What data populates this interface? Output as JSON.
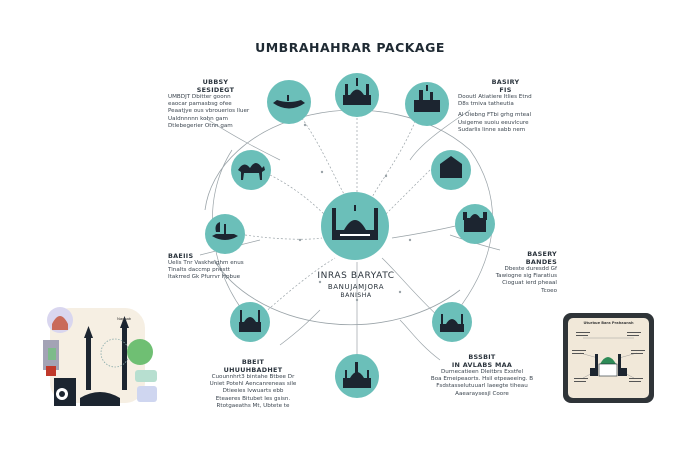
{
  "title": "UMBRAHAHRAR PACKAGE",
  "center": {
    "line1": "INRAS BARYATC",
    "line2": "BANUJAMJORA",
    "line3": "BANISHA"
  },
  "blocks": {
    "top_left": {
      "head": [
        "UBBSY",
        "SESIDEGT"
      ],
      "lines": [
        "UMBDJT Dbitter goonn",
        "eaocar pamasbsg ofee",
        "Peaatjye ous vbrouerios lluer",
        "Ualdnnnnn kohn gam",
        "Dtlebegerier Otnn gam"
      ]
    },
    "top_right": {
      "head": [
        "BASIRY",
        "FIS"
      ],
      "lines": [
        "Dooutl Atiatiere Itlies Etnd",
        "D8s tmiva tatheutia",
        "",
        "Al Oiebng FTbi grhg mteal",
        "Usigeme suoiu eeuvlcure",
        "Sudarlis linne sabb nem"
      ]
    },
    "mid_left": {
      "head": [
        "BAEIIS"
      ],
      "lines": [
        "Uelis Tnr Vaskheighm enus",
        "Tinalts daccmp pnestt",
        "Itakrred Gk Pfurrvr Hpbue"
      ]
    },
    "mid_right": {
      "head": [
        "BASERY",
        "BANDES"
      ],
      "lines": [
        "Dbeste duresdd Gf",
        "Tawiogne sig Fiaratius",
        "Cioguat ierd pheaal",
        "Tcoeo"
      ]
    },
    "bottom_left": {
      "head": [
        "BBEIT",
        "UHUUHBADHET"
      ],
      "lines": [
        "Cuounnhrt3 bintahe Btbee Dr",
        "Uniet Potehl Aencanreneas sile",
        "Dtieeies Ivwuarts ebb",
        "Eteaeres Bitubet Ies gsisn.",
        "Rtotgaeaths Mt, Ubtete te"
      ]
    },
    "bottom_right": {
      "head": [
        "BSSBIT",
        "IN AVLABS MAA"
      ],
      "lines": [
        "Durnecatieen Dleitbrs Exstfel",
        "Boa Emeipeaorts. Hsil etpeaeeing. B",
        "Fsdstasselutuuarl Iaeegte tiheau",
        "Aaearaysesjl Coore"
      ]
    }
  },
  "right_card": {
    "title": "Uturbue Bara Prahaunsh"
  },
  "left_card": {
    "label": "Naghab"
  },
  "colors": {
    "teal": "#6bbfb9",
    "teal_dark": "#5aaea8",
    "silhouette": "#1c2530",
    "line": "#9aa3a8",
    "card_bg": "#f1e8d9"
  },
  "icons": [
    "mosque-icon",
    "boat-icon",
    "mosque-skyline-icon",
    "tower-icon",
    "camel-icon",
    "building-icon",
    "dhow-icon",
    "fort-icon",
    "mosque-small-icon",
    "minaret-city-icon",
    "city-mosque-icon"
  ]
}
